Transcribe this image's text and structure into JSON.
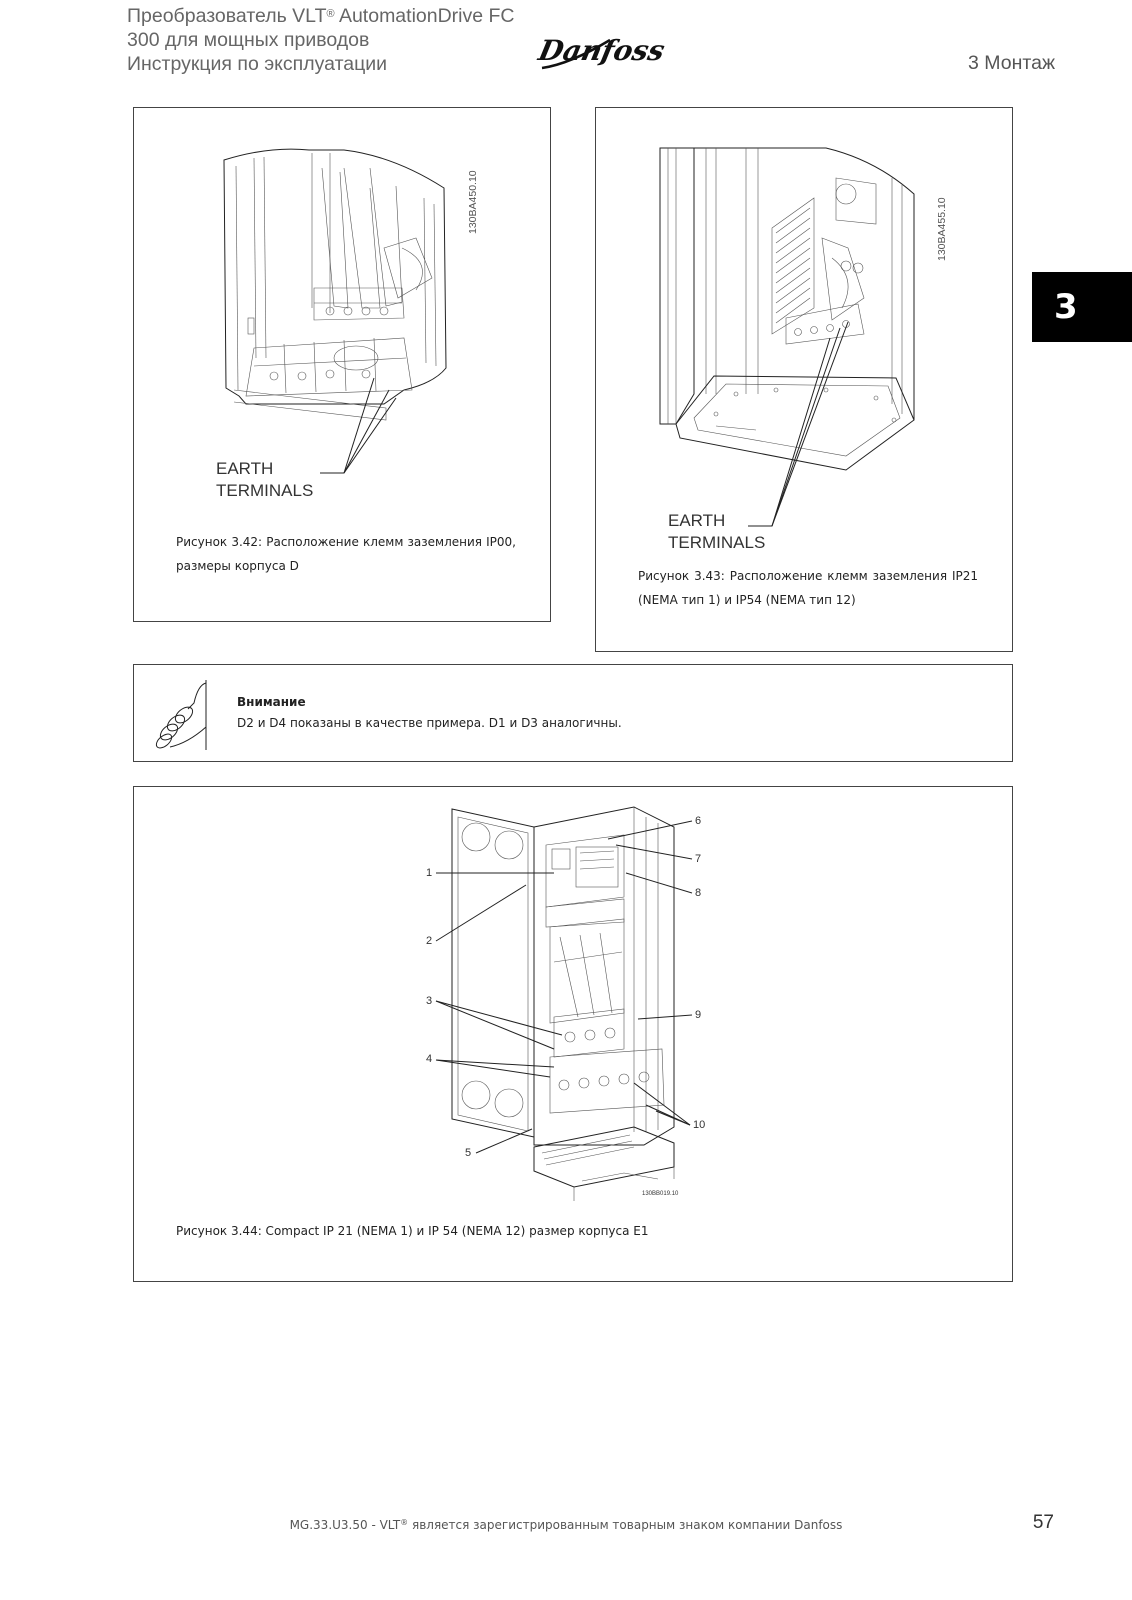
{
  "header": {
    "title_line1_prefix": "Преобразователь VLT",
    "title_line1_reg": "®",
    "title_line1_suffix": " AutomationDrive FC",
    "title_line2": "300 для мощных приводов",
    "title_line3": "Инструкция по эксплуатации",
    "section": "3 Монтаж",
    "brand": "Danfoss"
  },
  "chapter_tab": "3",
  "figures": {
    "fig1": {
      "code": "130BA450.10",
      "label_line1": "EARTH",
      "label_line2": "TERMINALS",
      "caption": "Рисунок 3.42: Расположение клемм заземления IP00, размеры корпуса D"
    },
    "fig2": {
      "code": "130BA455.10",
      "label_line1": "EARTH",
      "label_line2": "TERMINALS",
      "caption": "Рисунок 3.43: Расположение клемм заземления IP21 (NEMA тип 1) и IP54 (NEMA тип 12)"
    },
    "fig3": {
      "code": "130BB019.10",
      "callouts": [
        "1",
        "2",
        "3",
        "4",
        "5",
        "6",
        "7",
        "8",
        "9",
        "10"
      ],
      "caption": "Рисунок 3.44: Compact IP 21 (NEMA 1) и IP 54 (NEMA 12) размер корпуса E1"
    }
  },
  "note": {
    "icon": "hand-pointing-icon",
    "title": "Внимание",
    "text": "D2 и D4 показаны в качестве примера. D1 и D3 аналогичны."
  },
  "footer": {
    "doc_prefix": "MG.33.U3.50 - VLT",
    "reg": "®",
    "doc_suffix": " является зарегистрированным товарным знаком компании Danfoss",
    "page": "57"
  }
}
